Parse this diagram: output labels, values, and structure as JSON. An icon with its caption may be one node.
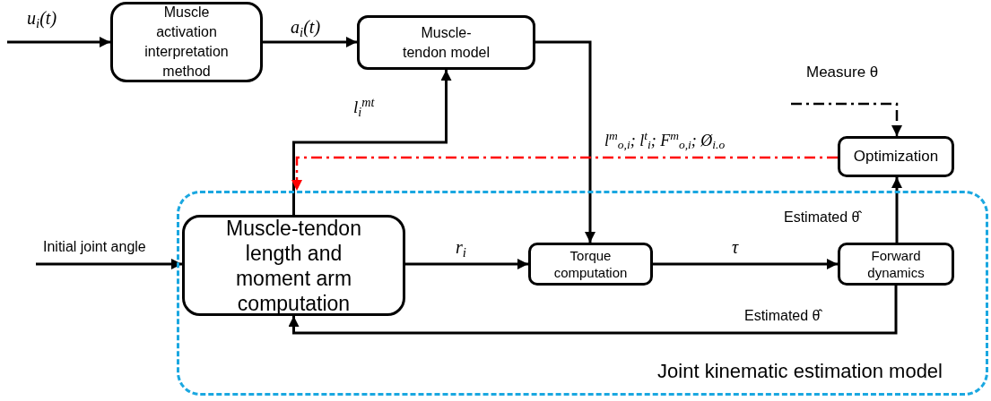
{
  "diagram": {
    "nodes": [
      {
        "text": [
          "Joint kinematic estimation model"
        ]
      },
      {
        "text": [
          "Muscle activation interpretation method"
        ]
      },
      {
        "text": [
          "Muscle-tendon model"
        ]
      },
      {
        "text": [
          "Optimization"
        ]
      },
      {
        "text": [
          "Muscle-tendon length and moment arm computation"
        ],
        "in": 0
      },
      {
        "text": [
          "Torque computation"
        ],
        "in": 0
      },
      {
        "text": [
          "Forward dynamics"
        ],
        "in": 0
      }
    ],
    "edges": [
      {
        "from": null,
        "to": 1,
        "arrow": "to",
        "label": "u$_{i}$(t)"
      },
      {
        "from": 1,
        "to": 2,
        "arrow": "to",
        "label": "a$_{i}$(t)"
      },
      {
        "from": 4,
        "to": 2,
        "arrow": "to",
        "label": "l$_{i}$$^{mt}$"
      },
      {
        "from": 2,
        "to": 5,
        "arrow": "to",
        "label": "l$^{m}$$_{o,i}$; l$^{t}$$_{i}$; F$^{m}$$_{o,i}$; Ø$_{i.o}$"
      },
      {
        "from": 3,
        "to": 0,
        "arrow": "to",
        "style": "dashed",
        "color": "#ff0000"
      },
      {
        "from": null,
        "to": 3,
        "arrow": "to",
        "style": "dashed",
        "label": "Measure θ"
      },
      {
        "from": null,
        "to": 4,
        "arrow": "to",
        "label": "Initial joint angle"
      },
      {
        "from": 4,
        "to": 5,
        "arrow": "to",
        "label": "r$_{i}$"
      },
      {
        "from": 5,
        "to": 6,
        "arrow": "to",
        "label": "τ"
      },
      {
        "from": 6,
        "to": 3,
        "arrow": "to",
        "label": "Estimated θ̂"
      },
      {
        "from": 6,
        "to": 4,
        "arrow": "to",
        "label": "Estimated θ̂"
      }
    ]
  }
}
